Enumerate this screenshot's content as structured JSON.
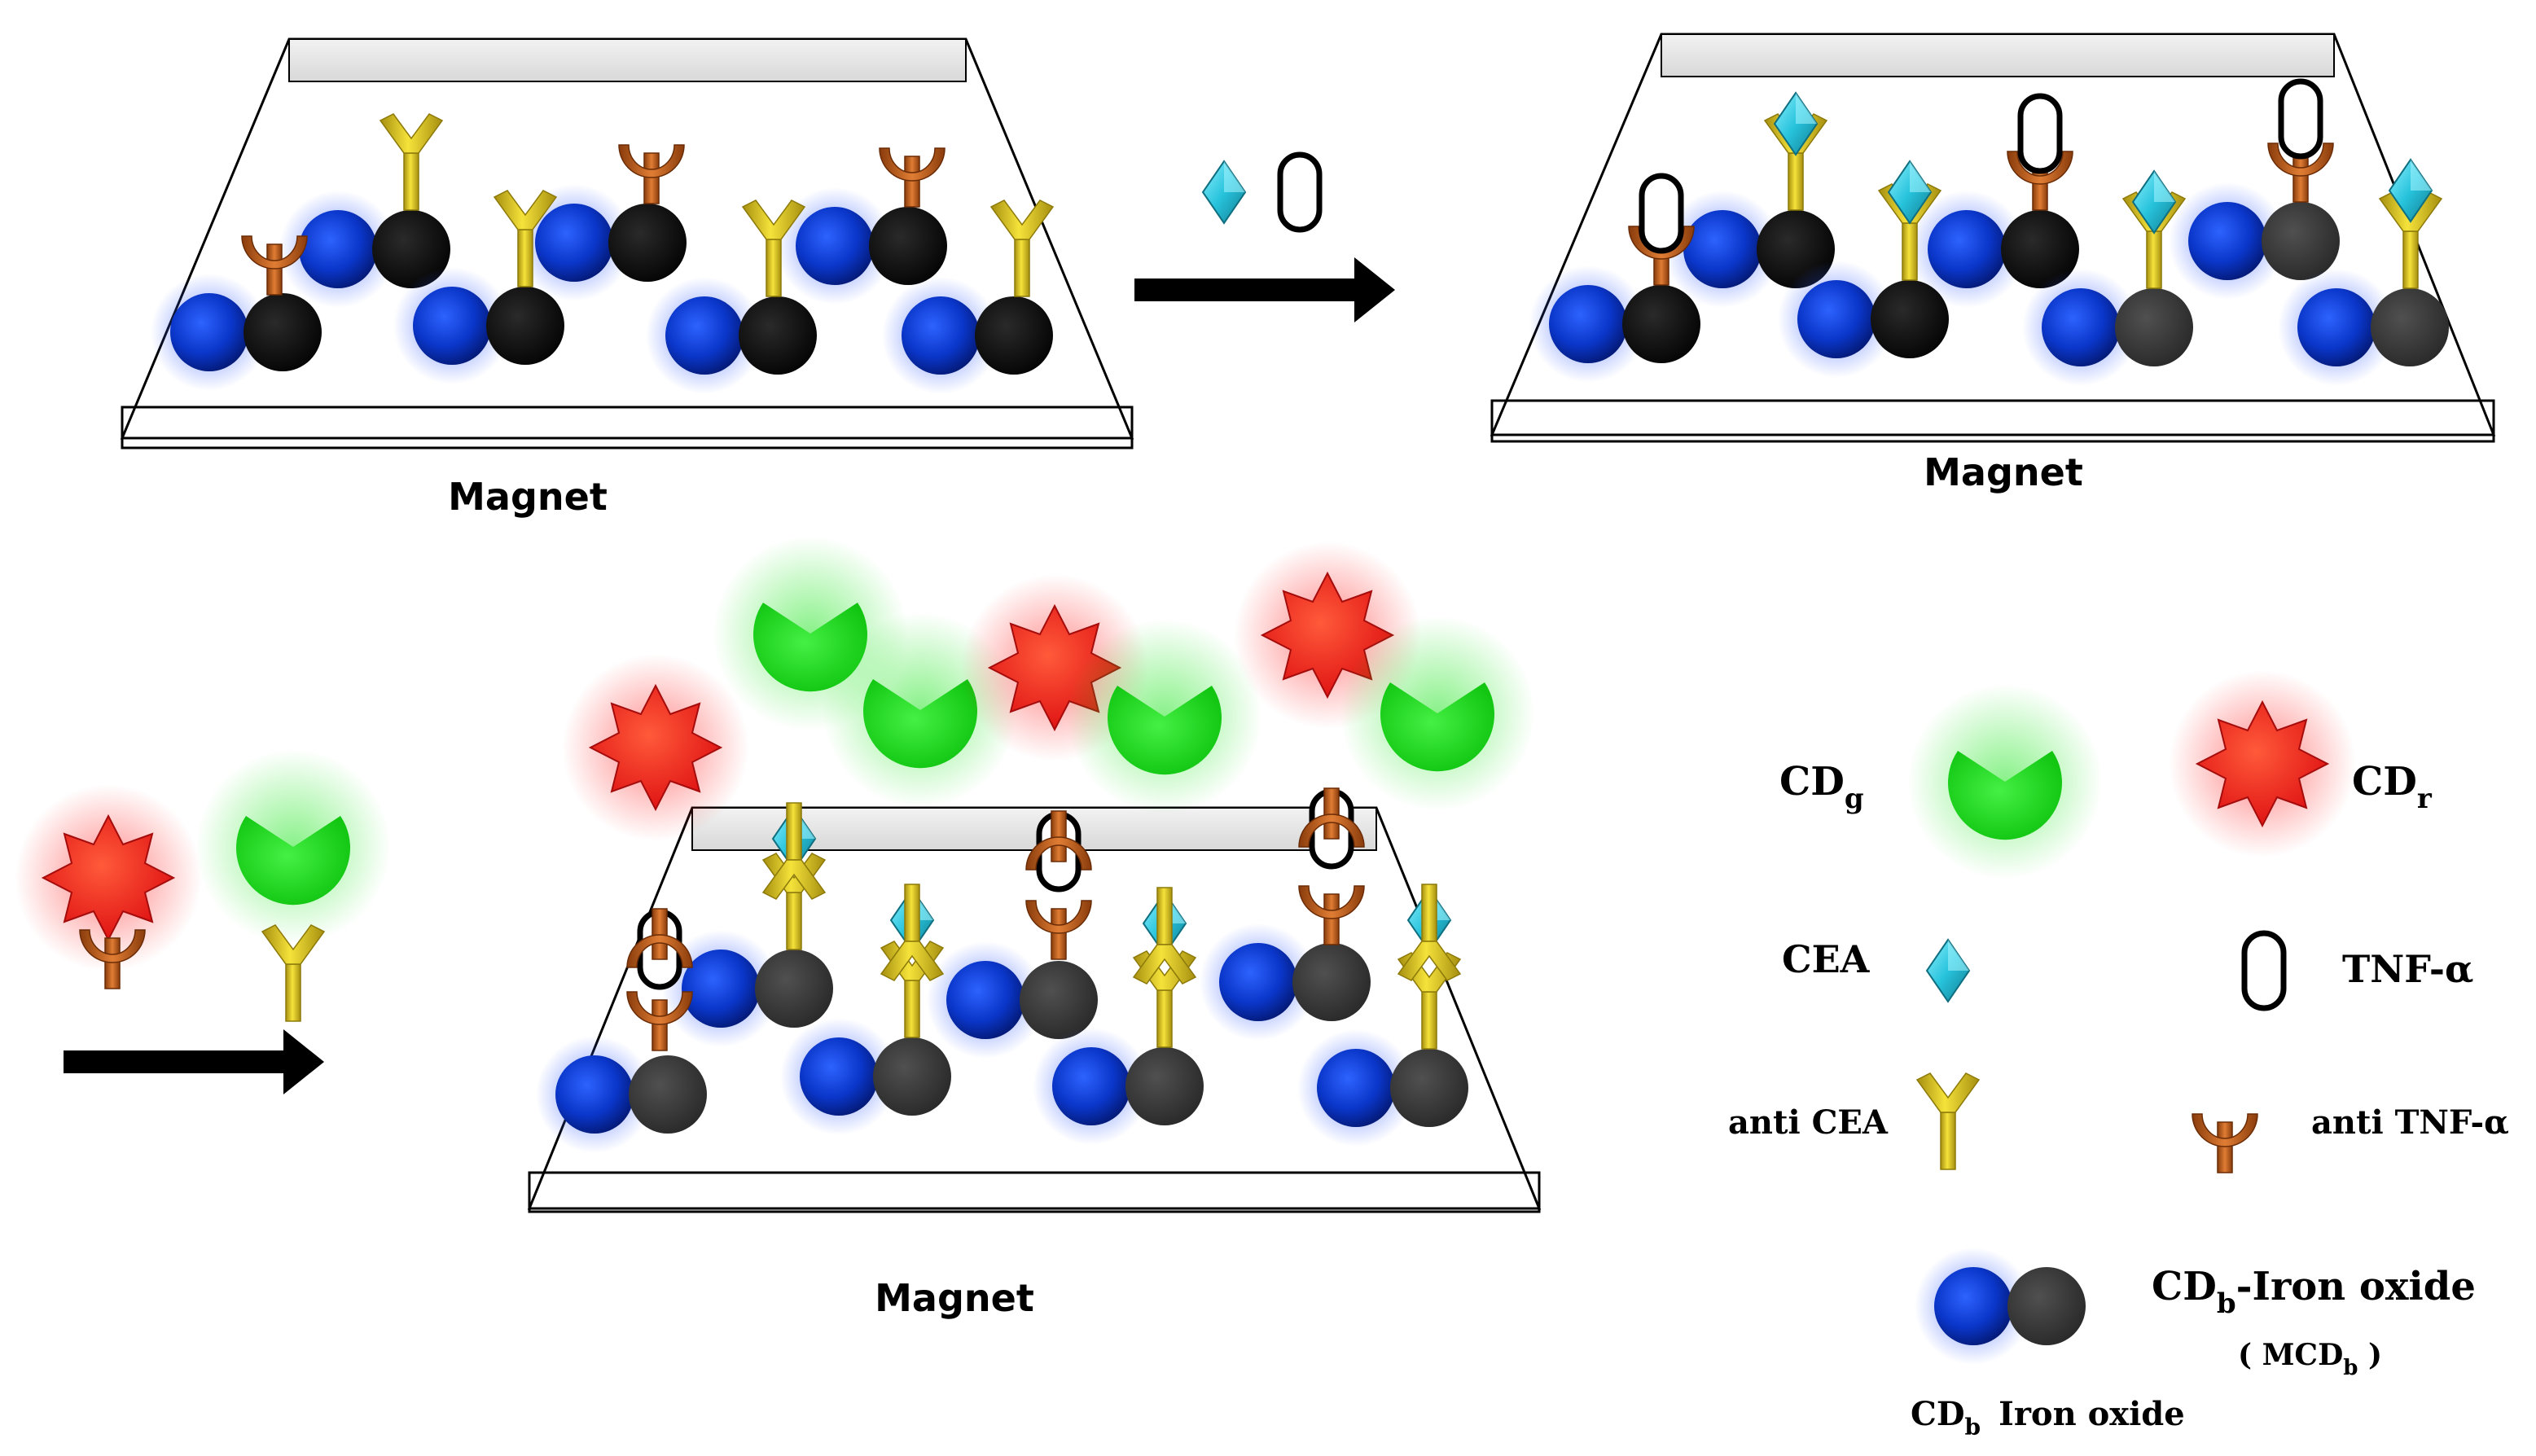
{
  "labels": {
    "magnet_panel1": "Magnet",
    "magnet_panel2": "Magnet",
    "magnet_panel3": "Magnet"
  },
  "legend": {
    "cdg_main": "CD",
    "cdg_sub": "g",
    "cdr_main": "CD",
    "cdr_sub": "r",
    "cea": "CEA",
    "tnf": "TNF-α",
    "anti_cea": "anti CEA",
    "anti_tnf": "anti TNF-α",
    "mcdb_main": "CD",
    "mcdb_sub": "b",
    "mcdb_suffix": "-Iron oxide",
    "mcdb_paren_open": "( MCD",
    "mcdb_paren_sub": "b",
    "mcdb_paren_close": " )",
    "cdb_main": "CD",
    "cdb_sub": "b",
    "iron_oxide": "Iron  oxide"
  },
  "colors": {
    "cdb_blue": "#0a36c9",
    "iron_black": "#0b0b0b",
    "iron_grey": "#3a3a3a",
    "cdg_green": "#1bd81b",
    "cdr_red": "#f21d1d",
    "cea_cyan": "#2fc9df",
    "anti_cea_yellow": "#e8d21e",
    "anti_tnf_orange": "#c4621b"
  }
}
